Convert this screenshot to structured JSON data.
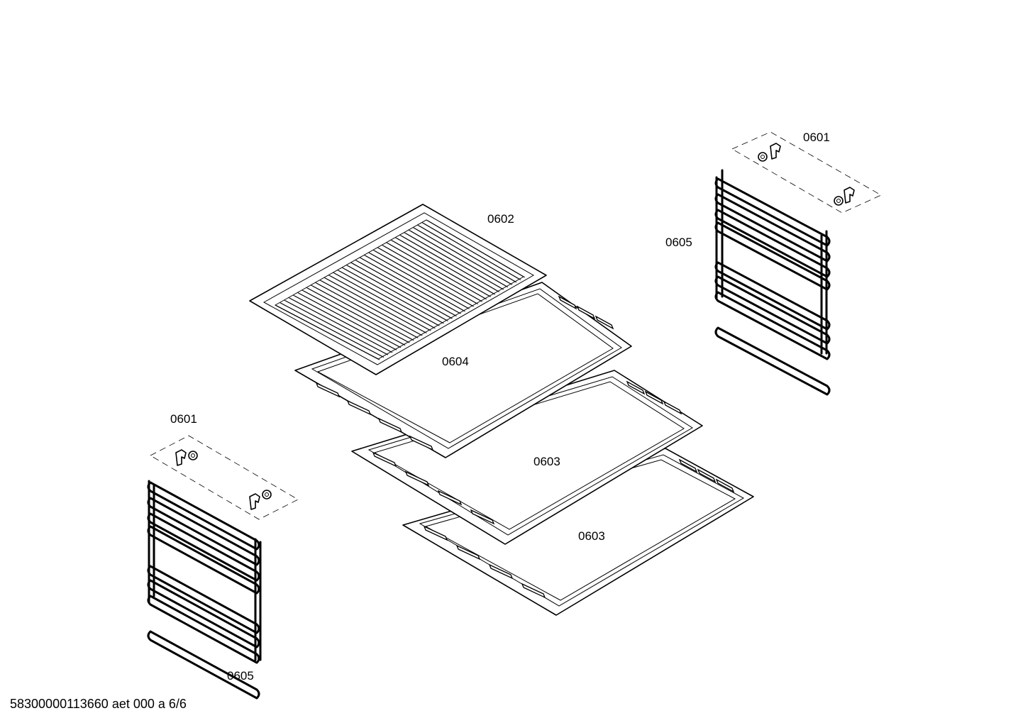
{
  "diagram": {
    "parts": [
      {
        "id": "rack_clips_right",
        "label": "0601"
      },
      {
        "id": "wire_shelf",
        "label": "0602"
      },
      {
        "id": "side_rails_right",
        "label": "0605"
      },
      {
        "id": "baking_tray_top",
        "label": "0604"
      },
      {
        "id": "rack_clips_left",
        "label": "0601"
      },
      {
        "id": "baking_tray_middle",
        "label": "0603"
      },
      {
        "id": "baking_tray_bottom",
        "label": "0603"
      },
      {
        "id": "side_rails_left",
        "label": "0605"
      }
    ],
    "footer": "58300000113660 aet 000 a 6/6"
  }
}
